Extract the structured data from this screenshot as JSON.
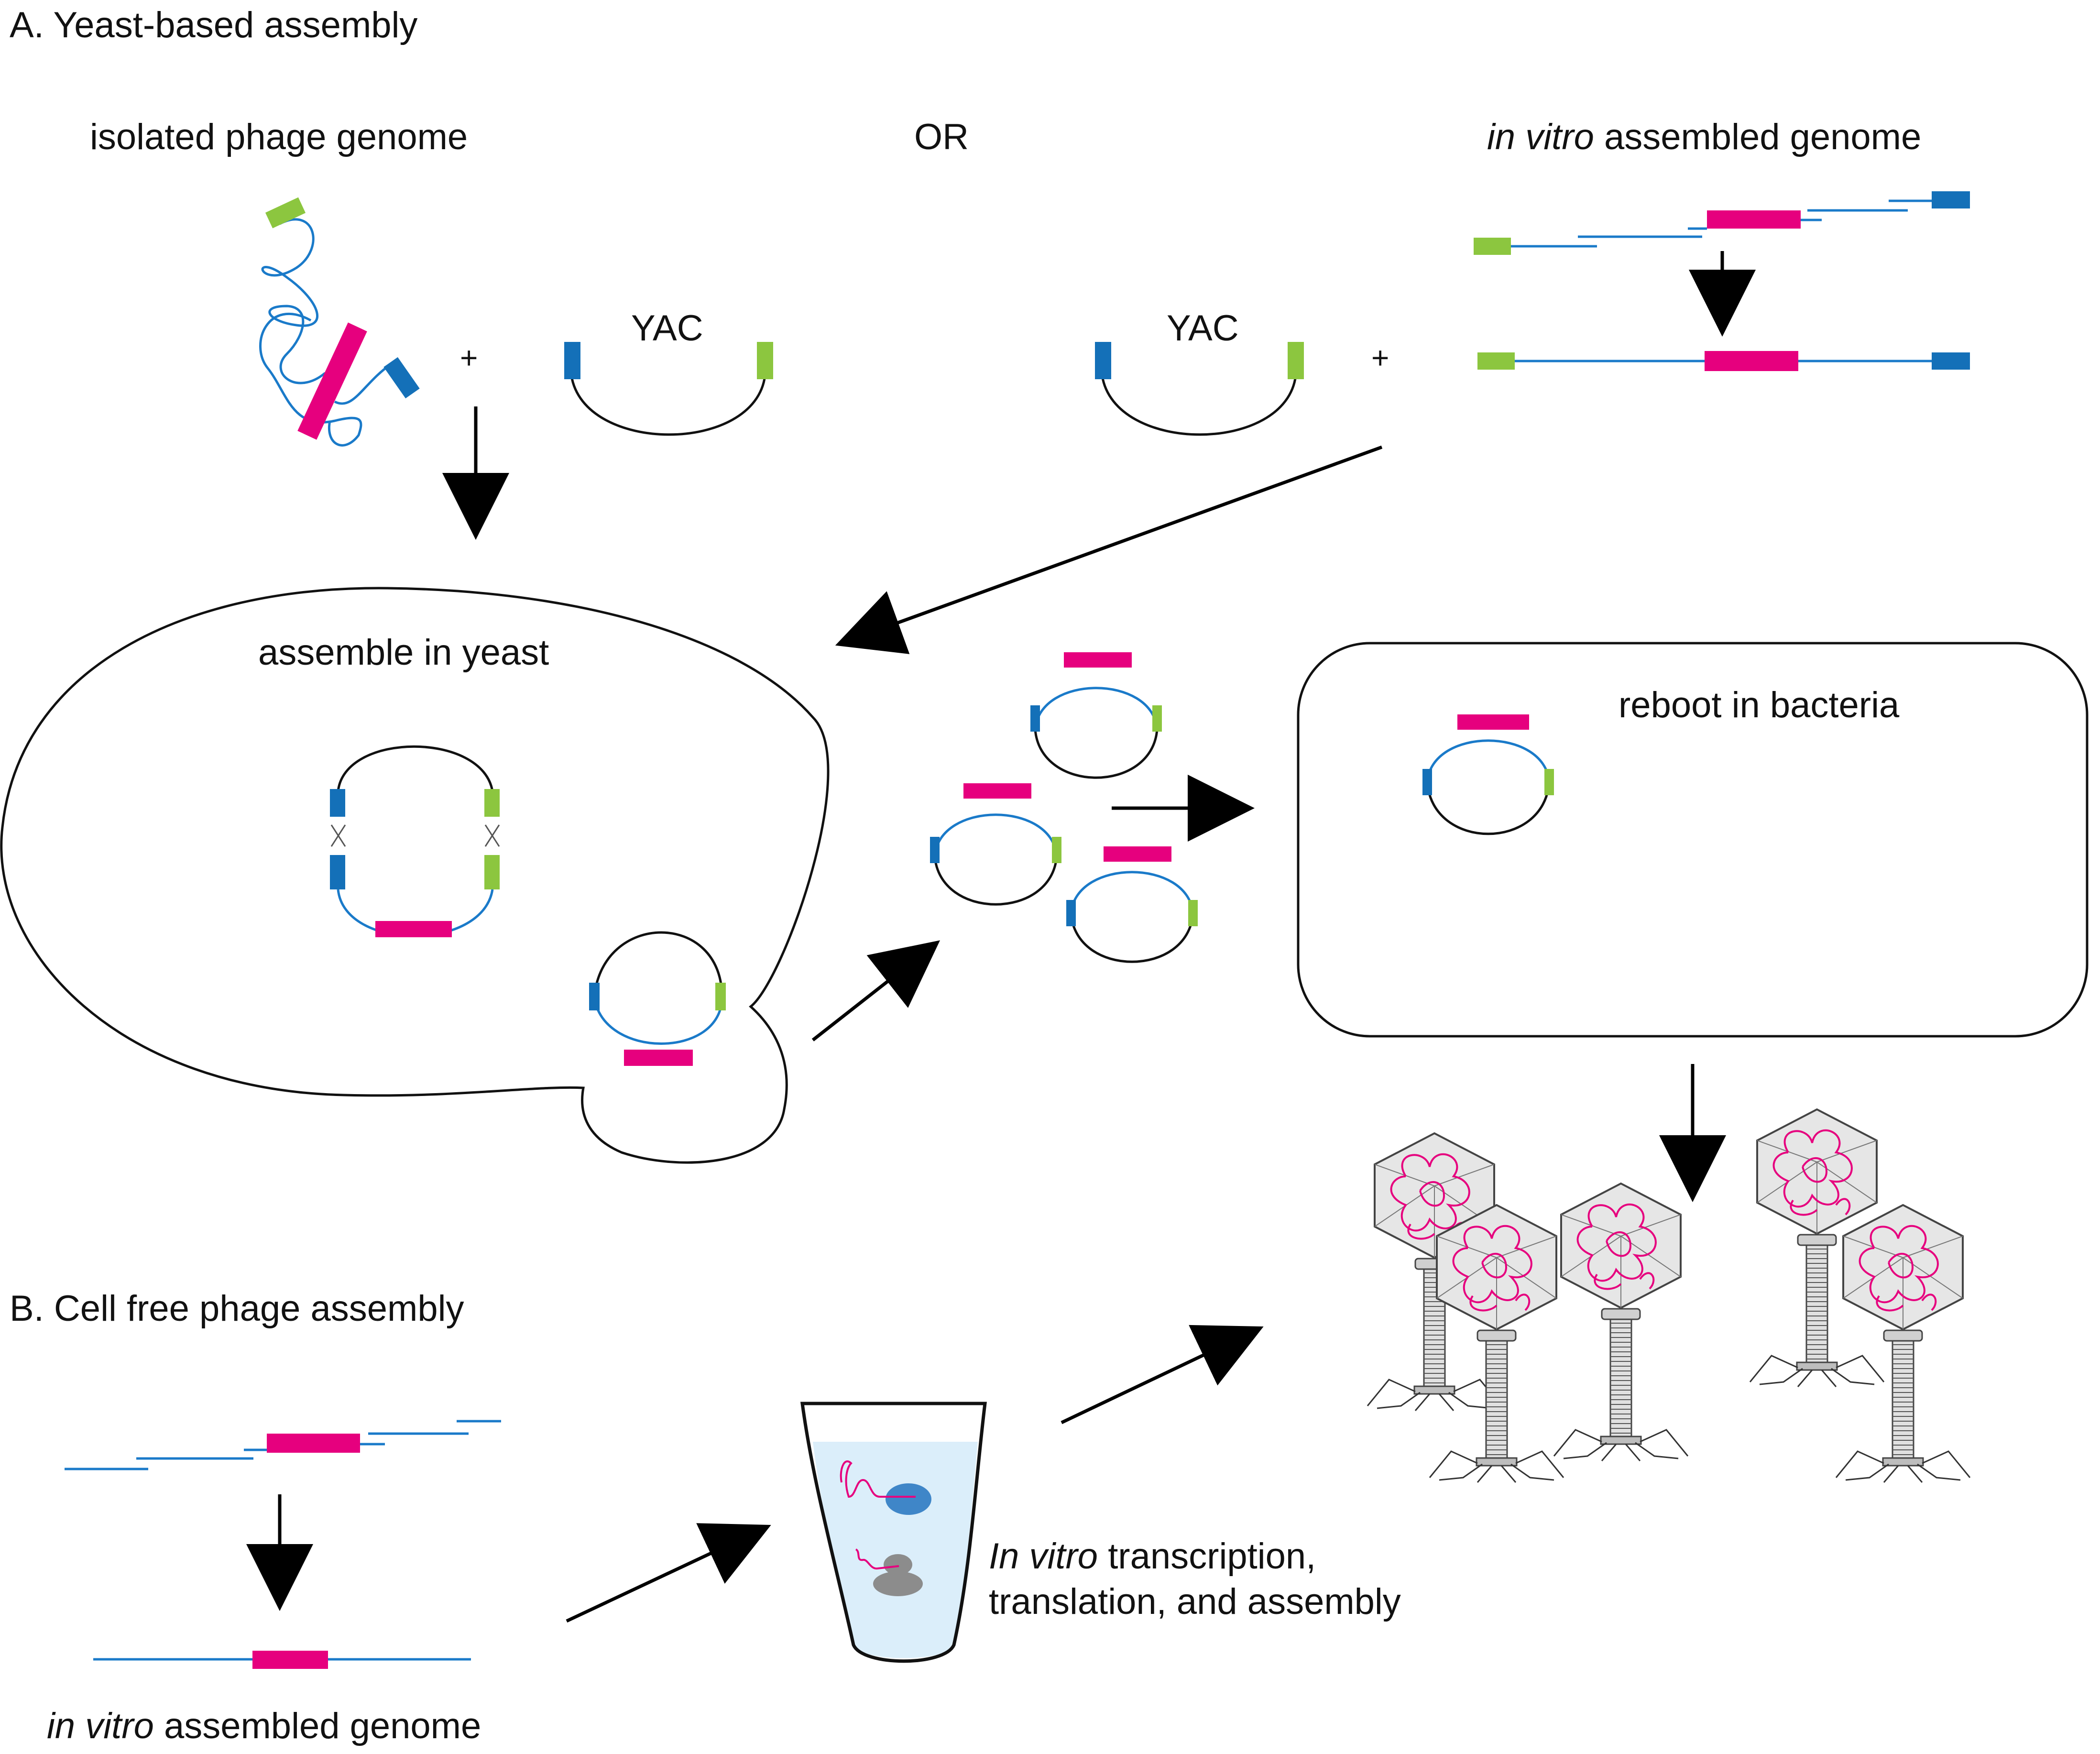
{
  "colors": {
    "dna": "#1a7ac9",
    "backbone": "#111111",
    "pink": "#e6007e",
    "green": "#8cc63f",
    "blue": "#1470b8",
    "capsid": "#e6e6e6",
    "tube_liquid": "#dbeefa",
    "ribosome_blue": "#3f86c8",
    "ribosome_gray": "#8c8c8c"
  },
  "section_a": {
    "title": "A. Yeast-based assembly",
    "isolated_label": "isolated phage genome",
    "or_label": "OR",
    "in_vitro_label_italic": "in vitro",
    "in_vitro_label_rest": " assembled genome",
    "yac_label": "YAC",
    "plus": "+",
    "assemble_label": "assemble in yeast",
    "reboot_label": "reboot in bacteria"
  },
  "section_b": {
    "title": "B. Cell free phage assembly",
    "genome_label_italic": "in vitro",
    "genome_label_rest": " assembled genome",
    "tube_label_italic": "In vitro",
    "tube_label_line1_rest": " transcription,",
    "tube_label_line2": "translation, and assembly"
  }
}
